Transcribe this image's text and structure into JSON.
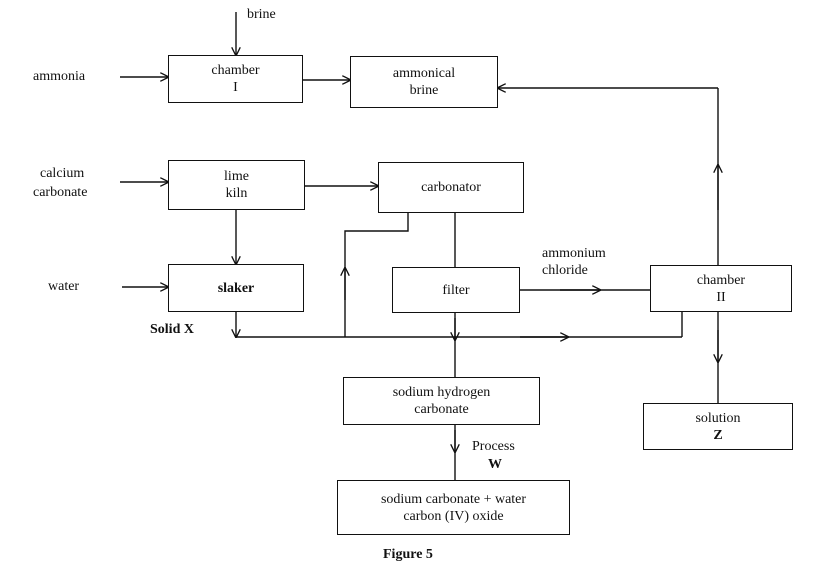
{
  "inputs": {
    "brine": "brine",
    "ammonia": "ammonia",
    "calcium_carbonate_line1": "calcium",
    "calcium_carbonate_line2": "carbonate",
    "water": "water"
  },
  "boxes": {
    "chamber1": {
      "line1": "chamber",
      "line2": "I"
    },
    "ammonical_brine": {
      "line1": "ammonical",
      "line2": "brine"
    },
    "lime_kiln": {
      "line1": "lime",
      "line2": "kiln"
    },
    "carbonator": {
      "line1": "carbonator"
    },
    "slaker": {
      "line1": "slaker"
    },
    "filter": {
      "line1": "filter"
    },
    "chamber2": {
      "line1": "chamber",
      "line2": "II"
    },
    "sodium_hydrogen_carbonate": {
      "line1": "sodium hydrogen",
      "line2": "carbonate"
    },
    "solution_z": {
      "line1": "solution",
      "line2": "Z"
    },
    "products": {
      "line1": "sodium carbonate + water",
      "line2": "carbon (IV) oxide"
    }
  },
  "labels": {
    "ammonium_chloride_line1": "ammonium",
    "ammonium_chloride_line2": "chloride",
    "solid_x_text": "Solid",
    "solid_x_letter": "X",
    "process_w_text": "Process",
    "process_w_letter": "W",
    "figure_caption": "Figure 5"
  }
}
